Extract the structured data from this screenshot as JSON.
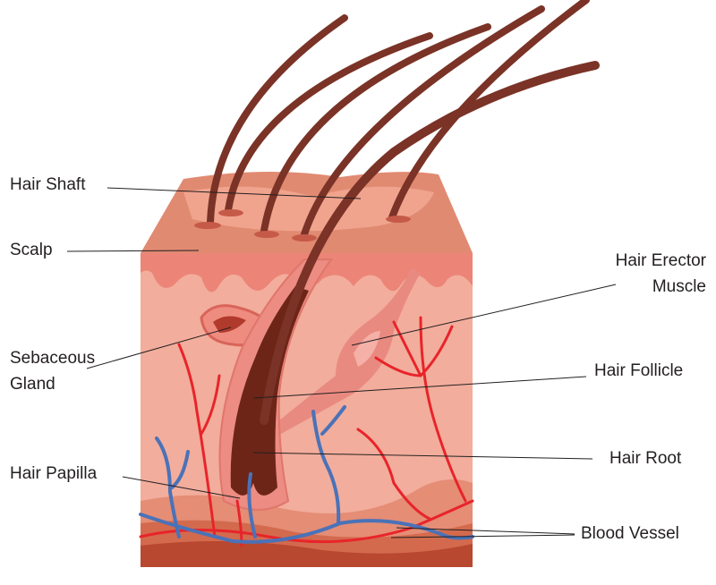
{
  "labels": {
    "hair_shaft": "Hair Shaft",
    "scalp": "Scalp",
    "sebaceous_gland_1": "Sebaceous",
    "sebaceous_gland_2": "Gland",
    "hair_papilla": "Hair Papilla",
    "hair_erector_muscle_1": "Hair Erector",
    "hair_erector_muscle_2": "Muscle",
    "hair_follicle": "Hair Follicle",
    "hair_root": "Hair Root",
    "blood_vessel": "Blood Vessel"
  },
  "colors": {
    "hair": "#7a3326",
    "skin_top": "#e9907a",
    "dermis": "#f2aa98",
    "epidermis": "#ee8c80",
    "artery": "#e8242a",
    "vein": "#4a72b8",
    "fat_layer": "#c9583d"
  }
}
